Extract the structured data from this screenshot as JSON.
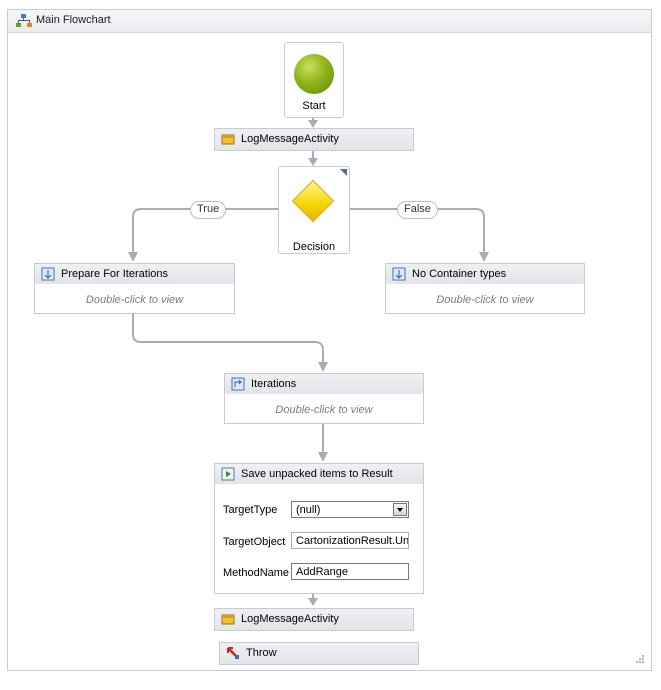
{
  "flowchart": {
    "title": "Main Flowchart"
  },
  "nodes": {
    "start": {
      "label": "Start"
    },
    "log1": {
      "label": "LogMessageActivity"
    },
    "decision": {
      "label": "Decision",
      "true_label": "True",
      "false_label": "False"
    },
    "prepare": {
      "label": "Prepare For Iterations",
      "hint": "Double-click to view"
    },
    "no_container": {
      "label": "No Container types",
      "hint": "Double-click to view"
    },
    "iterations": {
      "label": "Iterations",
      "hint": "Double-click to view"
    },
    "invoke": {
      "label": "Save unpacked items to Result",
      "fields": {
        "target_type_label": "TargetType",
        "target_type_value": "(null)",
        "target_object_label": "TargetObject",
        "target_object_value": "CartonizationResult.Uni",
        "method_name_label": "MethodName",
        "method_name_value": "AddRange"
      }
    },
    "log2": {
      "label": "LogMessageActivity"
    },
    "throw": {
      "label": "Throw"
    }
  },
  "colors": {
    "connector": "#a9adb3",
    "start_green": "#8fb41a",
    "decision_yellow": "#f5d400",
    "throw_red": "#d42020"
  }
}
